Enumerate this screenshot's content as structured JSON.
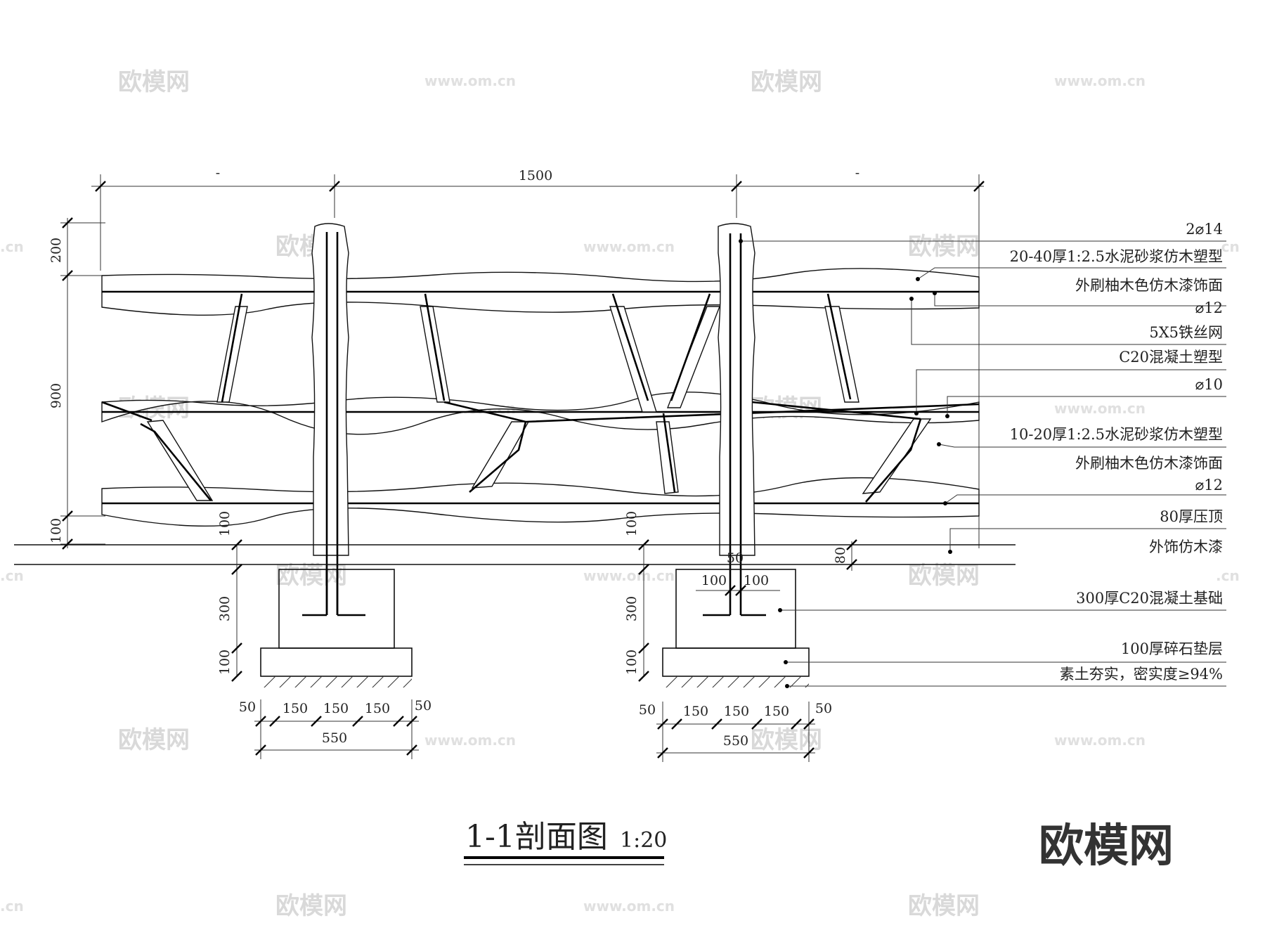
{
  "title": "1-1剖面图",
  "scale": "1:20",
  "brand": "欧模网",
  "watermark": {
    "text": "欧模网",
    "url": "www.om.cn",
    "url_fragment": ".cn"
  },
  "dimensions": {
    "overall_span": "1500",
    "side_span_left": "-",
    "side_span_right": "-",
    "post_top_extension": "200",
    "rail_height": "900",
    "bottom_gap": "100",
    "ground_offset_left": "100",
    "ground_offset_right": "100",
    "step_height": "80",
    "post_inner_width": "50",
    "post_side_left": "100",
    "post_side_right": "100",
    "footing_depth_left": "300",
    "footing_depth_right": "300",
    "gravel_left": "100",
    "gravel_right": "100",
    "footing_segments_left": [
      "50",
      "150",
      "150",
      "150",
      "50"
    ],
    "footing_segments_right": [
      "50",
      "150",
      "150",
      "150",
      "50"
    ],
    "footing_width_left": "550",
    "footing_width_right": "550"
  },
  "annotations": [
    "2⌀14",
    "20-40厚1:2.5水泥砂浆仿木塑型",
    "外刷柚木色仿木漆饰面",
    "⌀12",
    "5X5铁丝网",
    "C20混凝土塑型",
    "⌀10",
    "10-20厚1:2.5水泥砂浆仿木塑型",
    "外刷柚木色仿木漆饰面",
    "⌀12",
    "80厚压顶",
    "外饰仿木漆",
    "300厚C20混凝土基础",
    "100厚碎石垫层",
    "素土夯实，密实度≥94%"
  ]
}
